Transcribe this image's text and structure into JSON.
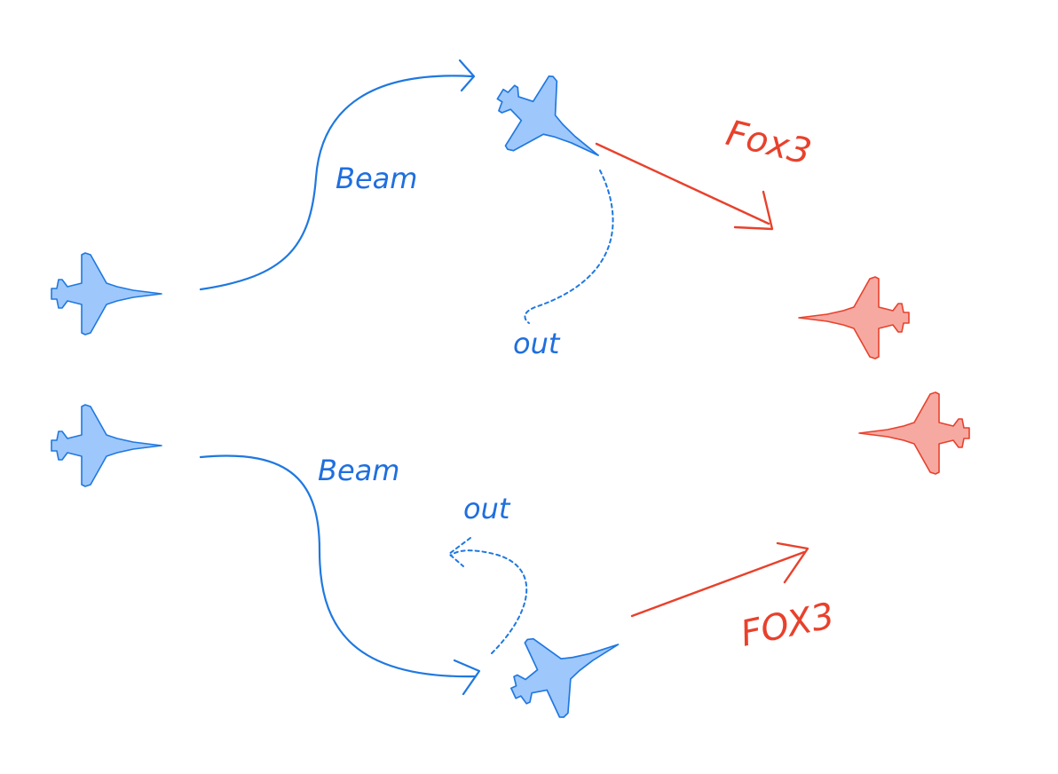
{
  "labels": {
    "beam_top": "Beam",
    "beam_bottom": "Beam",
    "out_top": "out",
    "out_bottom": "out",
    "fox_top": "Fox3",
    "fox_bottom": "FOX3"
  },
  "colors": {
    "blue_line": "#1f78e0",
    "blue_fill": "#9ec7fb",
    "red_line": "#e8412c",
    "red_fill": "#f6a9a1"
  },
  "icons": {
    "friendly": "jet-icon",
    "hostile": "jet-icon"
  }
}
